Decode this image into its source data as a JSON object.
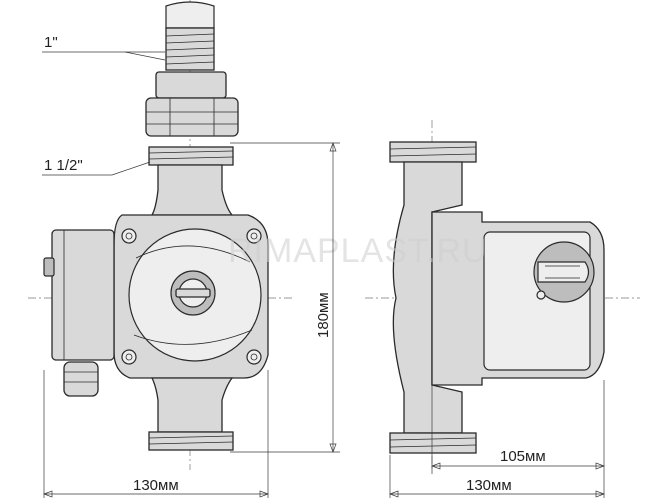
{
  "labels": {
    "thread_top": "1\"",
    "thread_main": "1 1/2\"",
    "dim_height": "180мм",
    "dim_width_front": "130мм",
    "dim_depth_side": "105мм",
    "dim_width_side": "130мм"
  },
  "watermark": "RIMAPLAST.RU",
  "colors": {
    "line": "#2a2a2a",
    "body": "#d9d9d9",
    "background": "#ffffff"
  },
  "views": [
    "front-view",
    "side-view"
  ]
}
